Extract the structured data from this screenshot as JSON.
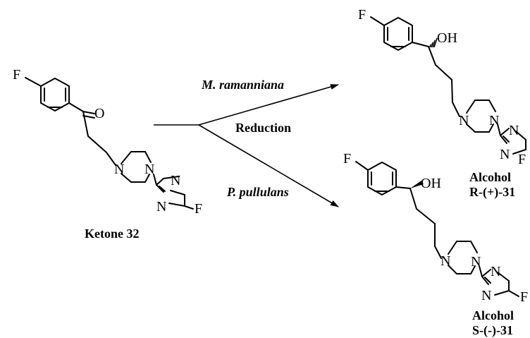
{
  "atoms": {
    "F": "F",
    "O": "O",
    "OH": "OH",
    "N": "N"
  },
  "ketone_label": "Ketone 32",
  "reaction": {
    "upper_organism": "M. ramanniana",
    "lower_organism": "P. pullulans",
    "reduction": "Reduction"
  },
  "product_r": {
    "line1": "Alcohol",
    "line2": "R-(+)-31"
  },
  "product_s": {
    "line1": "Alcohol",
    "line2": "S-(-)-31"
  }
}
